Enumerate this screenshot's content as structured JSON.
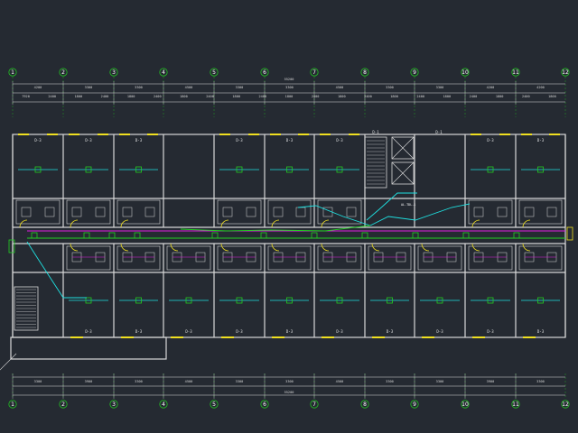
{
  "drawing": {
    "grid_axes": [
      "1",
      "2",
      "3",
      "4",
      "5",
      "6",
      "7",
      "8",
      "9",
      "10",
      "11",
      "12"
    ],
    "overall_dimension_top": "55200",
    "overall_dimension_bottom": "55200",
    "top_chain_dims": [
      "4200",
      "3300",
      "3300",
      "4500",
      "3300",
      "3300",
      "4500",
      "3300",
      "3300",
      "4200",
      "4200"
    ],
    "bottom_chain_dims": [
      "3300",
      "3900",
      "3300",
      "4500",
      "3300",
      "3300",
      "4500",
      "3300",
      "3300",
      "3900",
      "3300"
    ],
    "segment_dims": [
      "7920",
      "2400",
      "1800",
      "2400",
      "1800",
      "2400",
      "1800",
      "2400",
      "1800",
      "2400",
      "1800",
      "2400",
      "1800",
      "2400",
      "1800",
      "2400",
      "1800",
      "2400",
      "1800",
      "2400",
      "1800"
    ],
    "room_label_upper": [
      "D-3",
      "D-3",
      "D-3",
      "D-3",
      "D-3",
      "D-3",
      "D-3",
      "D-3",
      "D-3",
      "D-3"
    ],
    "room_label_lower": [
      "D-3",
      "D-3",
      "D-3",
      "D-3",
      "D-3",
      "D-3",
      "D-3",
      "D-3",
      "D-3",
      "D-3"
    ],
    "stair_label": "D-1",
    "elevator_label": "D-1",
    "panel_label": "AL-TDL-1",
    "wire_colors": {
      "cyan": "#1fe0e0",
      "magenta": "#e01fe0",
      "green": "#22d022",
      "yellow": "#f0e020",
      "wall": "#d8d8d8",
      "grid": "#22c022"
    }
  }
}
